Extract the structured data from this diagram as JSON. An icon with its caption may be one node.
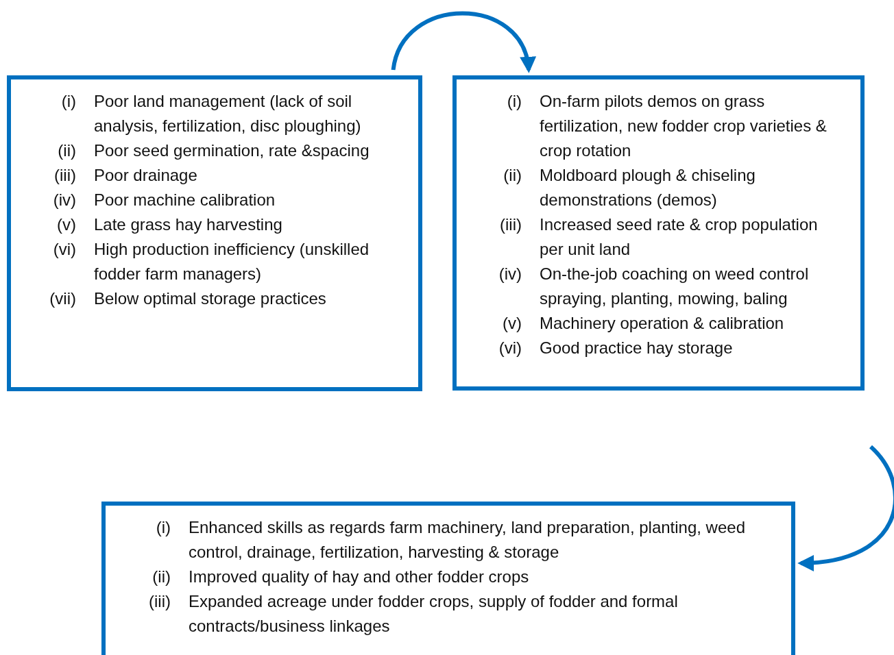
{
  "diagram": {
    "nodes": [
      {
        "text": [
          "(i)",
          "Poor land management (lack of soil analysis, fertilization, disc ploughing)",
          "(ii)",
          "Poor seed germination, rate &spacing",
          "(iii)",
          "Poor drainage",
          "(iv)",
          "Poor machine calibration",
          "(v)",
          "Late grass hay harvesting",
          "(vi)",
          "High production inefficiency (unskilled fodder farm managers)",
          "(vii)",
          "Below optimal storage practices"
        ]
      },
      {
        "text": [
          "(i)",
          "On-farm pilots demos on grass fertilization, new fodder crop varieties & crop rotation",
          "(ii)",
          "Moldboard plough & chiseling demonstrations (demos)",
          "(iii)",
          "Increased seed rate & crop population per unit land",
          "(iv)",
          "On-the-job coaching on weed control spraying, planting, mowing, baling",
          "(v)",
          "Machinery operation & calibration",
          "(vi)",
          "Good practice hay storage"
        ]
      },
      {
        "text": [
          "(i)",
          "Enhanced skills as regards farm machinery, land preparation, planting, weed control, drainage, fertilization, harvesting & storage",
          "(ii)",
          "Improved quality of hay and other fodder crops",
          "(iii)",
          "Expanded acreage under fodder crops, supply of fodder and formal contracts/business linkages"
        ]
      }
    ],
    "edges": [
      {
        "from": 0,
        "to": 1,
        "arrow": "to"
      },
      {
        "from": null,
        "to": 2,
        "arrow": "to"
      }
    ]
  }
}
